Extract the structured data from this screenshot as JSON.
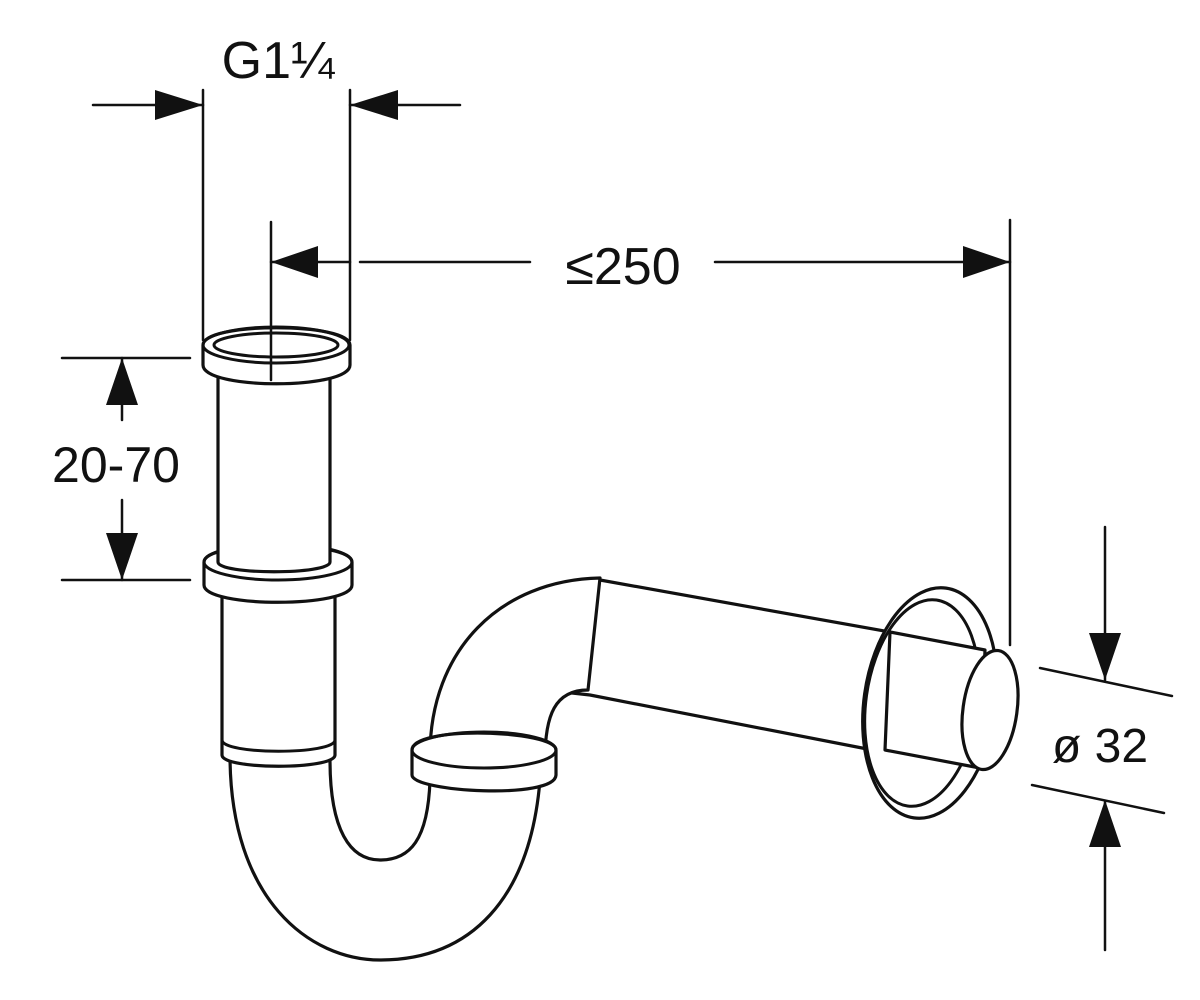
{
  "diagram": {
    "dimensions": {
      "thread": "G1¼",
      "max_offset": "≤250",
      "height_adjust": "20-70",
      "outlet_diameter": "ø 32"
    }
  }
}
